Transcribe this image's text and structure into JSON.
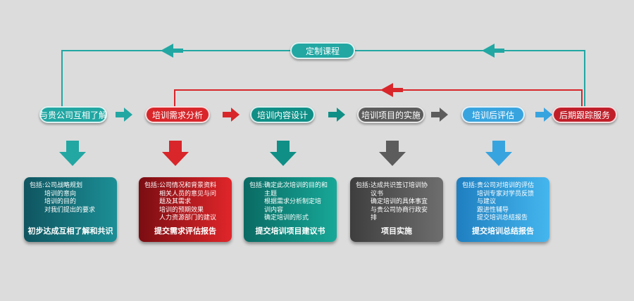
{
  "top_loop_label": "定制课程",
  "colors": {
    "teal": "#22a7a3",
    "red": "#d8262a",
    "dark_teal": "#0f8f86",
    "gray": "#5c5c5c",
    "blue": "#38a4df",
    "crimson": "#c01f2a"
  },
  "steps": [
    {
      "label": "与贵公司互相了解",
      "color": "#22a7a3",
      "card": {
        "prefix": "包括:",
        "lines": [
          "公司战略规划",
          "培训的意向",
          "培训的目的",
          "对我们提出的要求"
        ],
        "footer": "初步达成互相了解和共识"
      }
    },
    {
      "label": "培训需求分析",
      "color": "#d8262a",
      "card": {
        "prefix": "包括:",
        "lines": [
          "公司情况和背景资料",
          "相关人员的意见与问",
          "题及其需求",
          "培训的预期效果",
          "人力资源部门的建议"
        ],
        "footer": "提交需求评估报告"
      }
    },
    {
      "label": "培训内容设计",
      "color": "#0f8f86",
      "card": {
        "prefix": "包括:",
        "lines": [
          "确定此次培训的目的和",
          "主题",
          "根据需求分析制定培",
          "训内容",
          "确定培训的形式"
        ],
        "footer": "提交培训项目建议书"
      }
    },
    {
      "label": "培训项目的实施",
      "color": "#5c5c5c",
      "card": {
        "prefix": "包括:",
        "lines": [
          "达成共识签订培训协",
          "议书",
          "确定培训的具体事宜",
          "与贵公司协商行政安",
          "排"
        ],
        "footer": "项目实施"
      }
    },
    {
      "label": "培训后评估",
      "color": "#38a4df",
      "card": {
        "prefix": "包括:",
        "lines": [
          "贵公司对培训的评估",
          "培训专家对学员反馈",
          "与建议",
          "跟进性辅导",
          "提交培训总结报告"
        ],
        "footer": "提交培训总结报告"
      }
    },
    {
      "label": "后期跟踪服务",
      "color": "#c01f2a"
    }
  ]
}
